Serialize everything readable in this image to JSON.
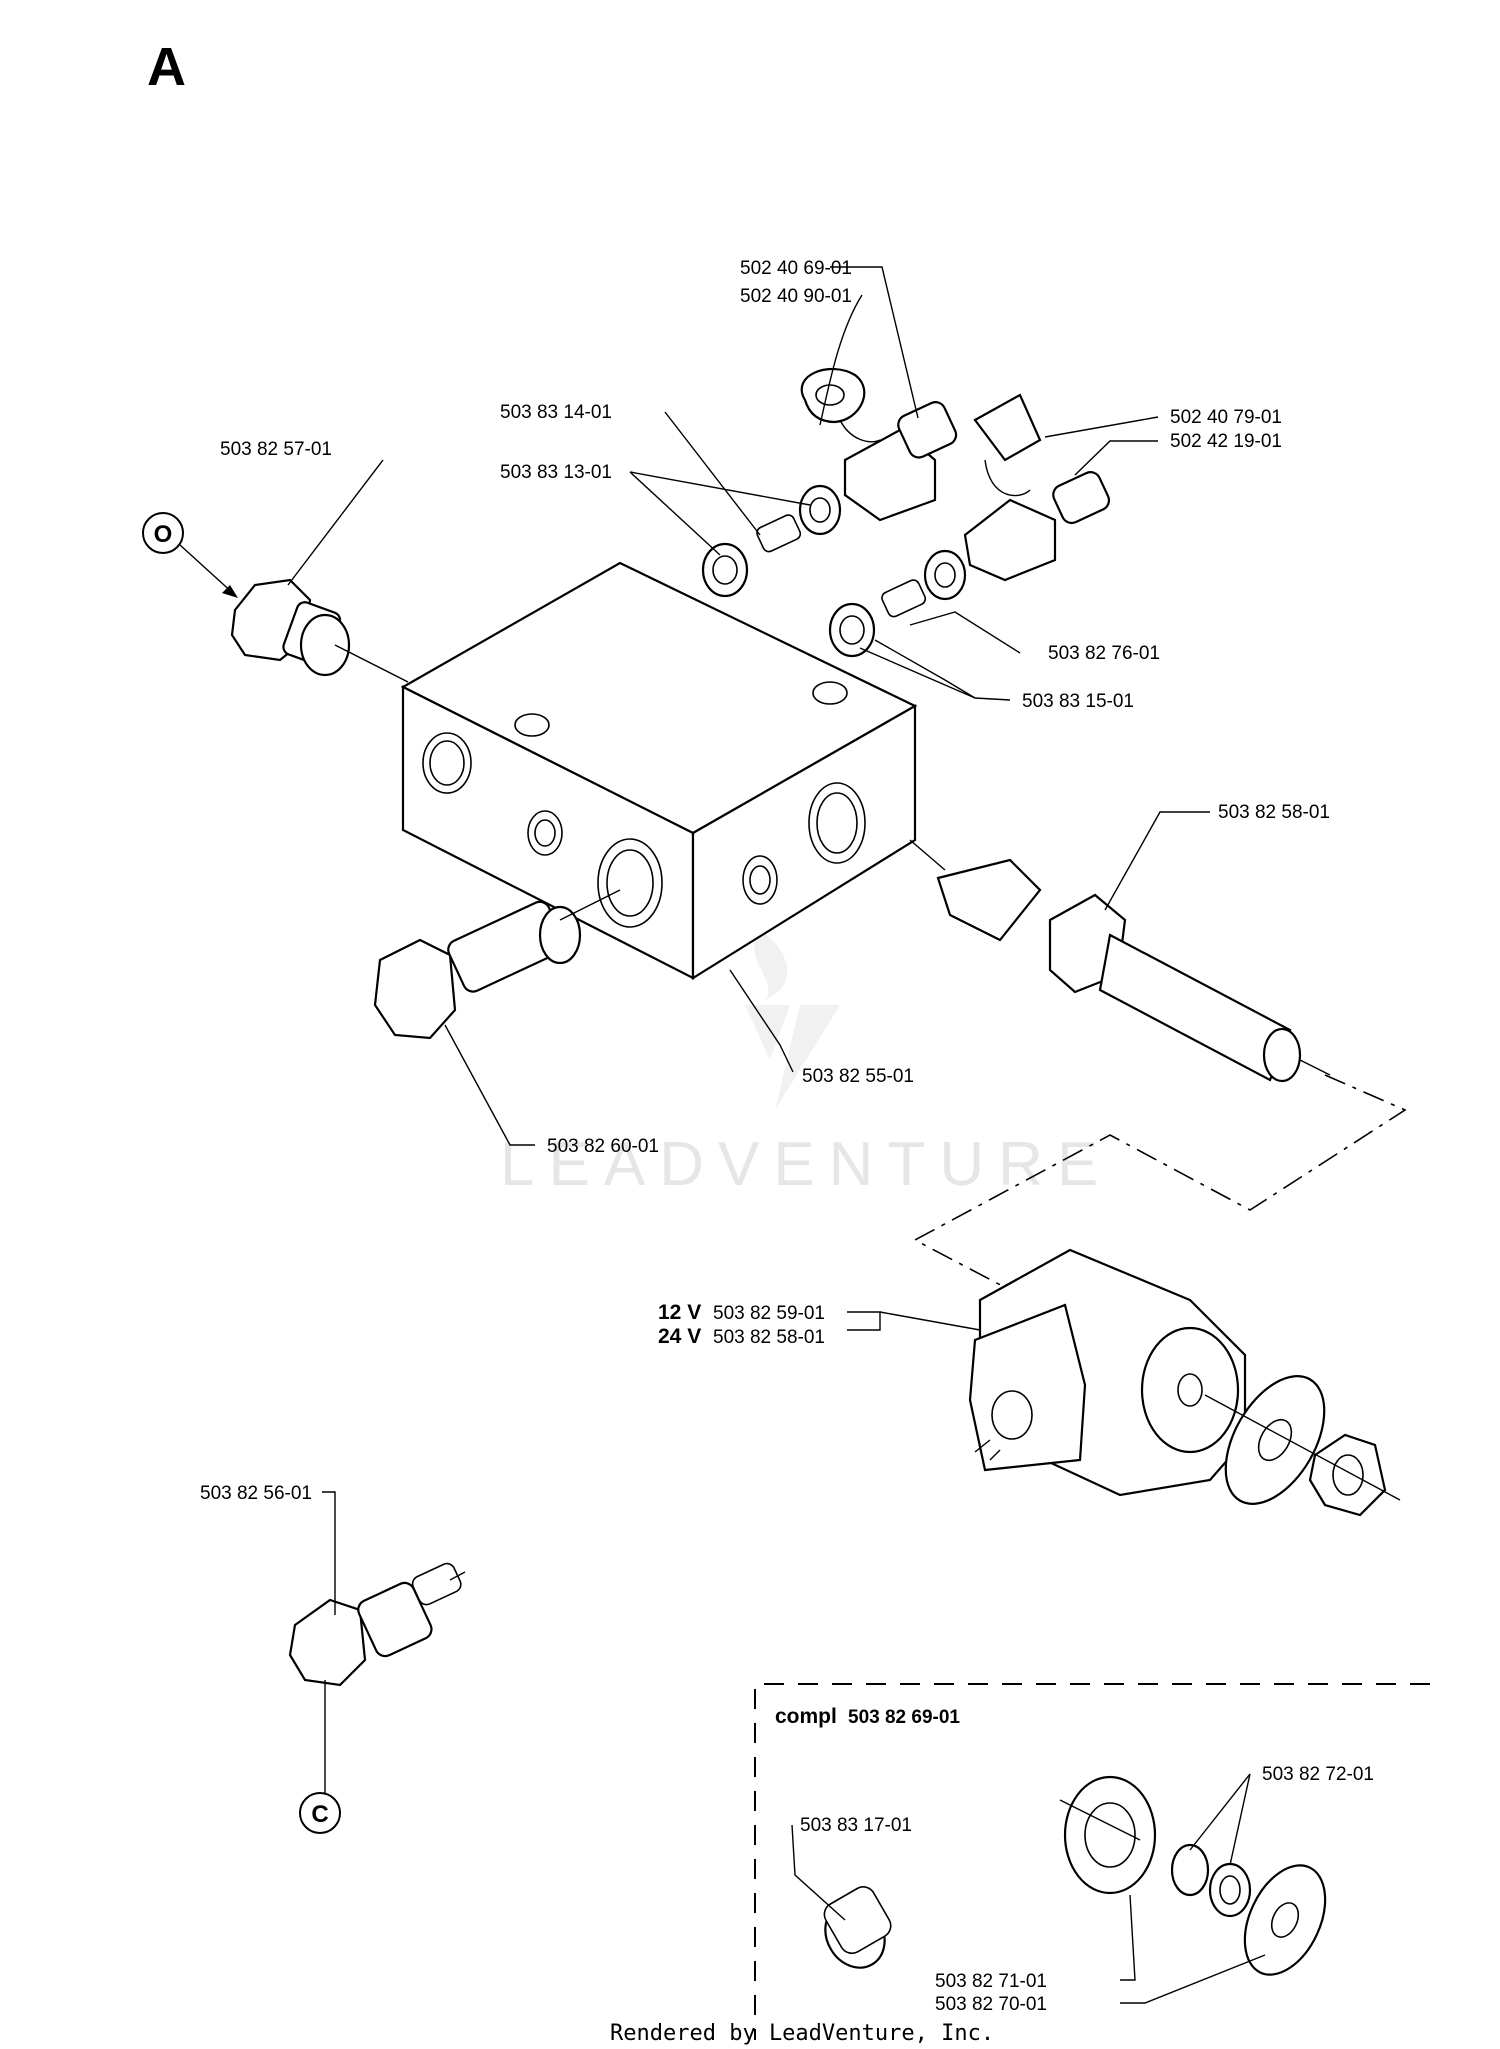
{
  "section_letter": "A",
  "watermark": "LEADVENTURE",
  "credit": "Rendered by LeadVenture, Inc.",
  "port_markers": {
    "o": "O",
    "c": "C"
  },
  "voltage": {
    "v12": "12 V",
    "v24": "24 V"
  },
  "kit": {
    "prefix": "compl",
    "number": "503 82 69-01"
  },
  "parts": {
    "p_502_40_69": "502 40 69-01",
    "p_502_40_90": "502 40 90-01",
    "p_503_83_14": "503 83 14-01",
    "p_503_83_13": "503 83 13-01",
    "p_503_82_57": "503 82 57-01",
    "p_502_40_79": "502 40 79-01",
    "p_502_42_19": "502 42 19-01",
    "p_503_82_76": "503 82 76-01",
    "p_503_83_15": "503 83 15-01",
    "p_503_82_58_valve": "503 82 58-01",
    "p_503_82_55": "503 82 55-01",
    "p_503_82_60": "503 82 60-01",
    "p_503_82_59": "503 82 59-01",
    "p_503_82_58_coil": "503 82 58-01",
    "p_503_82_56": "503 82 56-01",
    "p_503_83_17": "503 83 17-01",
    "p_503_82_72": "503 82 72-01",
    "p_503_82_71": "503 82 71-01",
    "p_503_82_70": "503 82 70-01"
  }
}
